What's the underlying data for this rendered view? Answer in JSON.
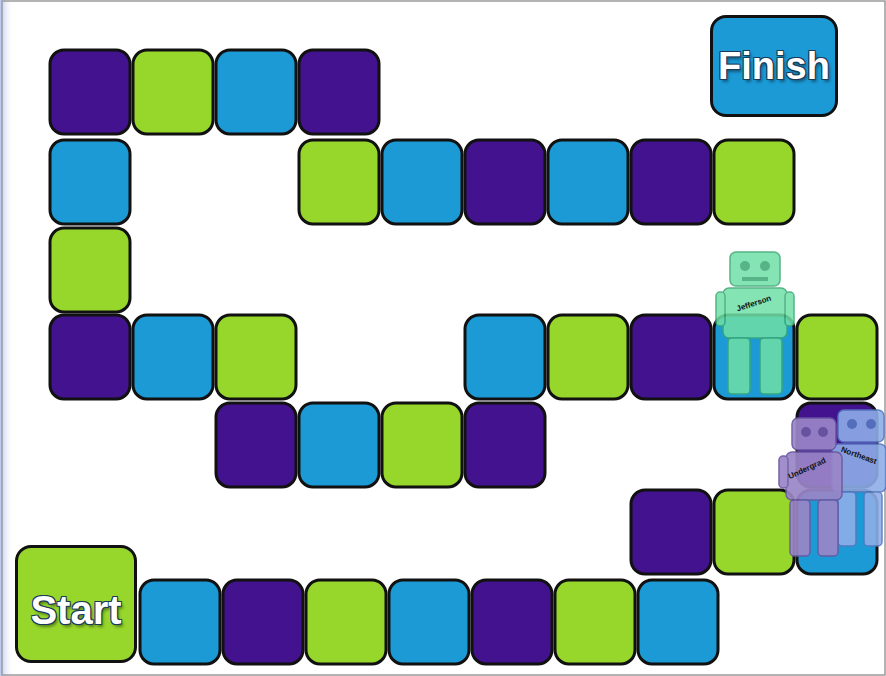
{
  "diagram": {
    "nodes": [
      {
        "text": [
          "Finish"
        ]
      },
      {
        "text": [
          "Start"
        ]
      }
    ],
    "labels": [
      "Jefferson",
      "Undergrad",
      "Northeast"
    ]
  }
}
